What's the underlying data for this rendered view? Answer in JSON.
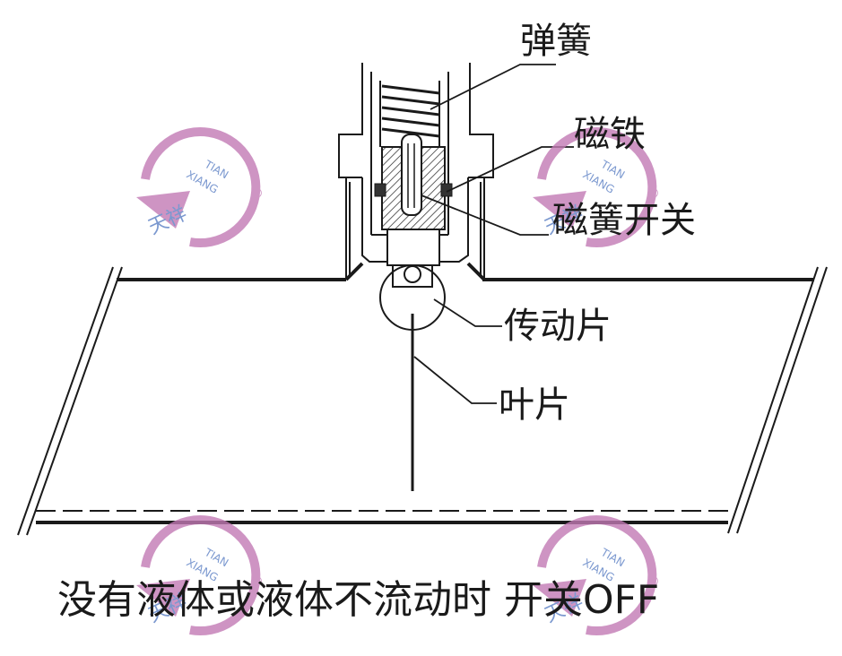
{
  "labels": {
    "spring": "弹簧",
    "magnet": "磁铁",
    "reed_switch": "磁簧开关",
    "transmission_plate": "传动片",
    "blade": "叶片"
  },
  "caption": "没有液体或液体不流动时 开关OFF",
  "watermark": {
    "brand_cn": "天祥",
    "brand_en_1": "TIAN",
    "brand_en_2": "XIANG",
    "registered": "®",
    "color_ring": "#c27ab5",
    "color_text": "#5a7fc4"
  },
  "colors": {
    "line": "#1a1a1a",
    "background": "#ffffff"
  }
}
